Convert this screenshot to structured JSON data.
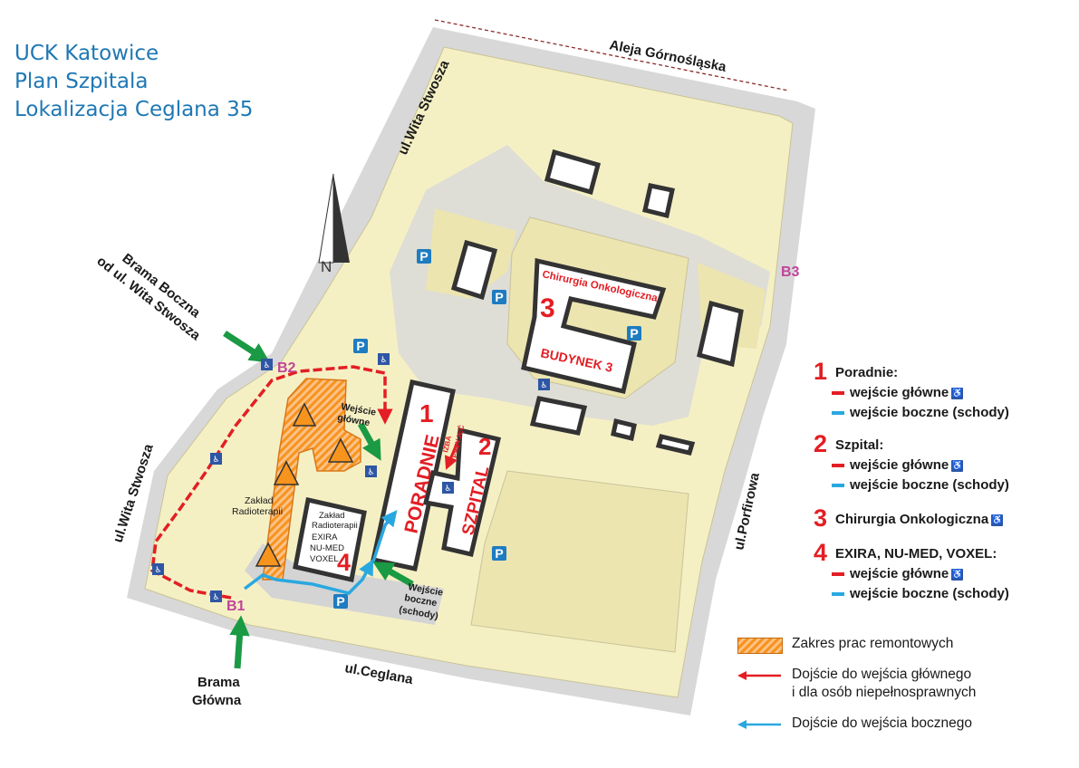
{
  "title": {
    "line1": "UCK Katowice",
    "line2": "Plan Szpitala",
    "line3": "Lokalizacja Ceglana 35"
  },
  "streets": {
    "north": "Aleja Górnośląska",
    "west_upper": "ul.Wita Stwosza",
    "west_lower": "ul.Wita Stwosza",
    "south": "ul.Ceglana",
    "east": "ul.Porfirowa"
  },
  "compass": "N",
  "gates": {
    "side_label_1": "Brama Boczna",
    "side_label_2": "od ul. Wita Stwosza",
    "main_label_1": "Brama",
    "main_label_2": "Główna",
    "b1": "B1",
    "b2": "B2",
    "b3": "B3"
  },
  "buildings": {
    "poradnie": "PORADNIE",
    "poradnie_num": "1",
    "szpital": "SZPITAL",
    "szpital_num": "2",
    "budynek3": "BUDYNEK 3",
    "budynek3_num": "3",
    "chirurgia": "Chirurgia Onkologiczna",
    "izba_1": "IZBA",
    "izba_2": "PRZYJĘĆ",
    "b4_num": "4",
    "b4_l1": "Zakład",
    "b4_l2": "Radioterapii",
    "b4_l3": "EXIRA",
    "b4_l4": "NU-MED",
    "b4_l5": "VOXEL",
    "zaklad_l1": "Zakład",
    "zaklad_l2": "Radioterapii"
  },
  "annotations": {
    "wejscie_l1": "Wejście",
    "wejscie_l2": "główne",
    "boczne_l1": "Wejście",
    "boczne_l2": "boczne",
    "boczne_l3": "(schody)"
  },
  "icons": {
    "parking": "P",
    "wheelchair": "♿"
  },
  "legend": {
    "items": [
      {
        "num": "1",
        "title": "Poradnie:",
        "main": "wejście główne",
        "side": "wejście boczne (schody)"
      },
      {
        "num": "2",
        "title": "Szpital:",
        "main": "wejście główne",
        "side": "wejście boczne (schody)"
      },
      {
        "num": "3",
        "title": "Chirurgia Onkologiczna"
      },
      {
        "num": "4",
        "title": "EXIRA, NU-MED, VOXEL:",
        "main": "wejście główne",
        "side": "wejście boczne (schody)"
      }
    ],
    "key_renovation": "Zakres prac remontowych",
    "key_main_route_1": "Dojście do wejścia głównego",
    "key_main_route_2": "i dla osób niepełnosprawnych",
    "key_side_route": "Dojście do wejścia bocznego"
  },
  "colors": {
    "ground": "#f5f0c4",
    "lawn": "#ece5b0",
    "road": "#d8d8d8",
    "building": "#ffffff",
    "building_stroke": "#333333",
    "text_red": "#e31e24",
    "route_red": "#e31e24",
    "route_blue": "#29a8e0",
    "gate_pink": "#c0449a",
    "parking_blue": "#1e7cc0",
    "arrow_green": "#1a9a44",
    "renovation": "#f7941d",
    "title_blue": "#1f78b4"
  }
}
